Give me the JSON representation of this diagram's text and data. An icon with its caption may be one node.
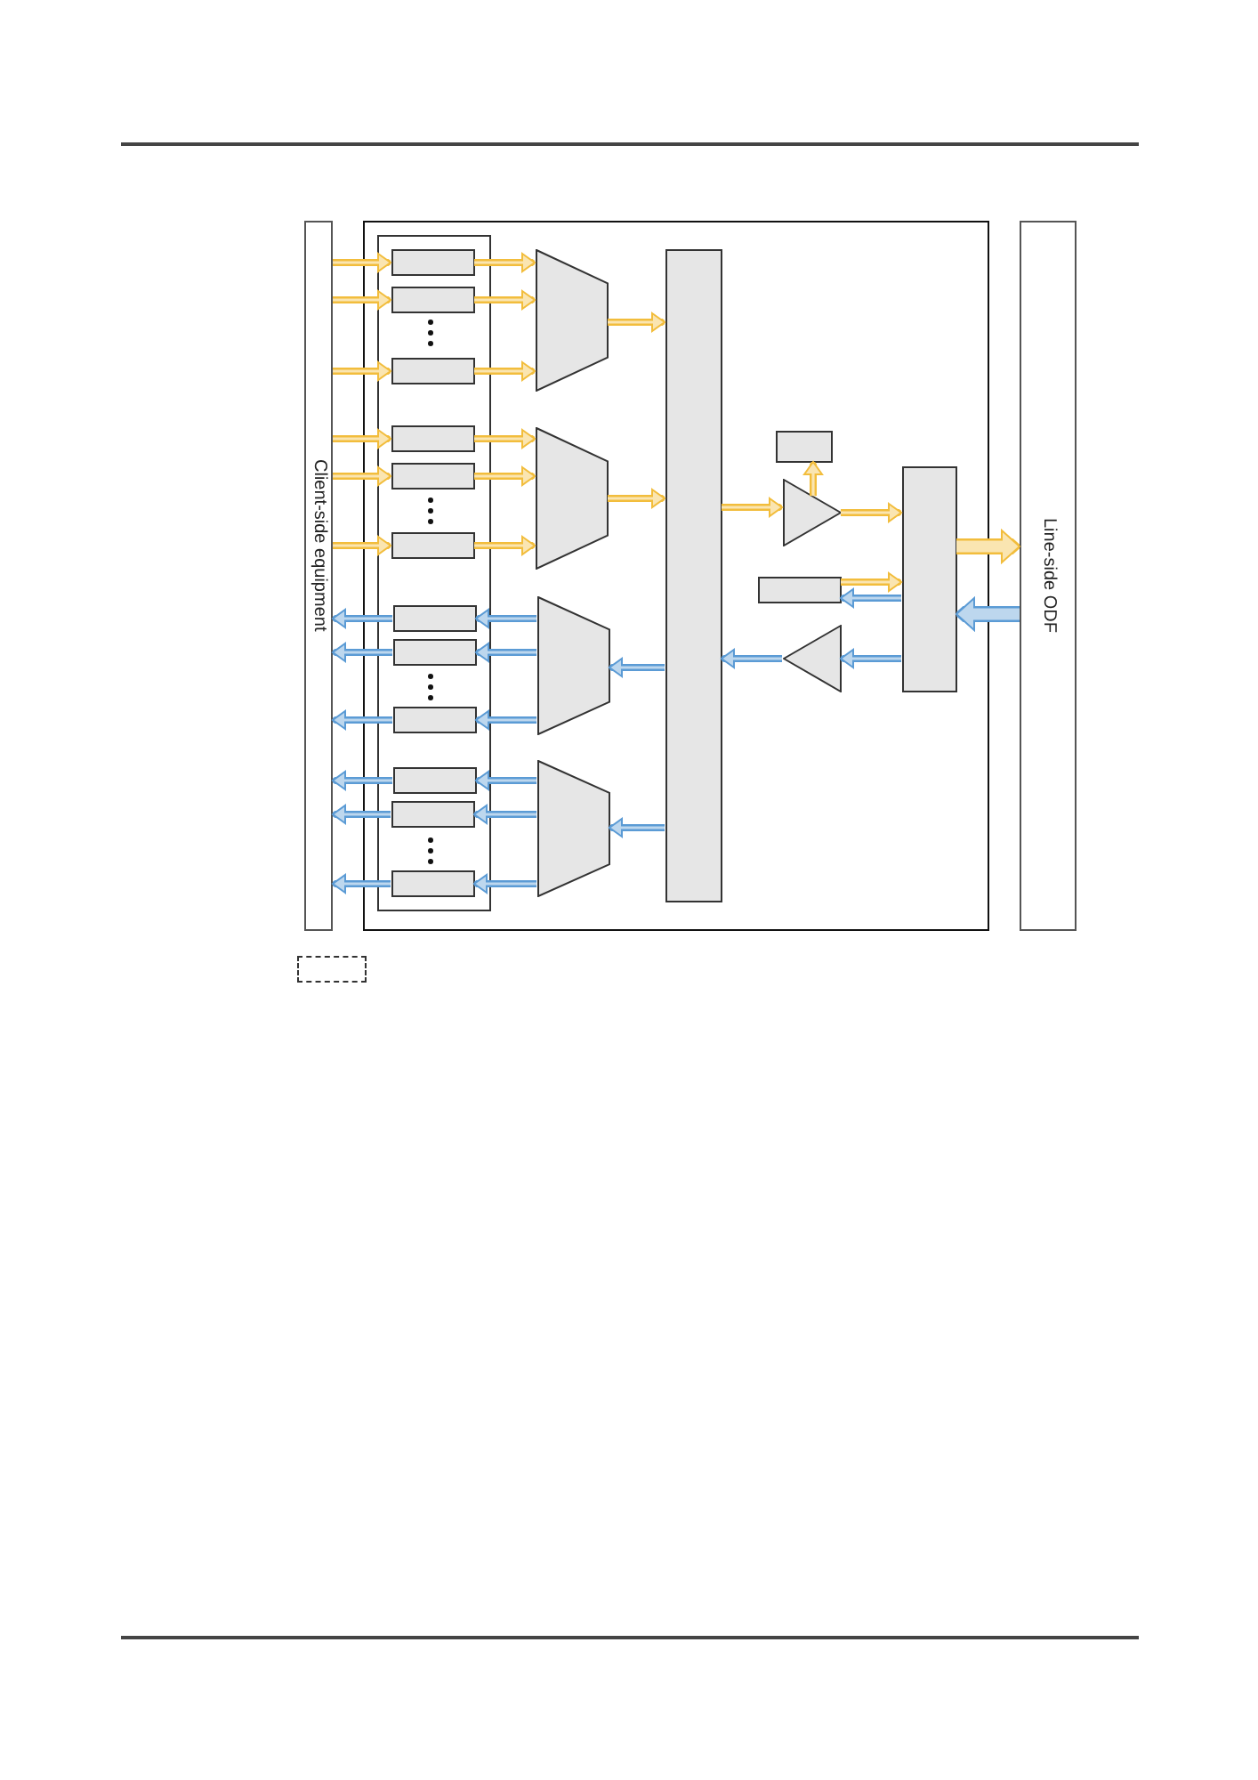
{
  "diagram": {
    "nodes": [
      {
        "text": [
          "Client-side equipment"
        ]
      },
      {
        "text": [],
        "shape": "box"
      },
      {
        "text": [],
        "shape": "box",
        "in": 1
      },
      {
        "text": [],
        "shape": "box",
        "in": 2
      },
      {
        "text": [],
        "shape": "box",
        "in": 2
      },
      {
        "text": [],
        "shape": "box",
        "in": 2
      },
      {
        "text": [],
        "shape": "box",
        "in": 2
      },
      {
        "text": [],
        "shape": "box",
        "in": 2
      },
      {
        "text": [],
        "shape": "box",
        "in": 2
      },
      {
        "text": [],
        "shape": "box",
        "in": 2
      },
      {
        "text": [],
        "shape": "box",
        "in": 2
      },
      {
        "text": [],
        "shape": "box",
        "in": 2
      },
      {
        "text": [],
        "shape": "box",
        "in": 2
      },
      {
        "text": [],
        "shape": "box",
        "in": 2
      },
      {
        "text": [],
        "shape": "box",
        "in": 2
      },
      {
        "text": [],
        "shape": "trapezoid",
        "in": 1
      },
      {
        "text": [],
        "shape": "trapezoid",
        "in": 1
      },
      {
        "text": [],
        "shape": "trapezoid",
        "in": 1
      },
      {
        "text": [],
        "shape": "trapezoid",
        "in": 1
      },
      {
        "text": [],
        "shape": "box",
        "in": 1
      },
      {
        "text": [],
        "shape": "box",
        "in": 1
      },
      {
        "text": [],
        "shape": "triangle",
        "in": 1
      },
      {
        "text": [],
        "shape": "box",
        "in": 1
      },
      {
        "text": [],
        "shape": "triangle",
        "in": 1
      },
      {
        "text": [],
        "shape": "box",
        "in": 1
      },
      {
        "text": [
          "Line-side ODF"
        ]
      },
      {
        "text": [],
        "shape": "box"
      }
    ],
    "edges": [
      {
        "from": 0,
        "to": 3,
        "arrow": "to"
      },
      {
        "from": 0,
        "to": 4,
        "arrow": "to"
      },
      {
        "from": 0,
        "to": 5,
        "arrow": "to"
      },
      {
        "from": 3,
        "to": 15,
        "arrow": "to"
      },
      {
        "from": 4,
        "to": 15,
        "arrow": "to"
      },
      {
        "from": 5,
        "to": 15,
        "arrow": "to"
      },
      {
        "from": 0,
        "to": 6,
        "arrow": "to"
      },
      {
        "from": 0,
        "to": 7,
        "arrow": "to"
      },
      {
        "from": 0,
        "to": 8,
        "arrow": "to"
      },
      {
        "from": 6,
        "to": 16,
        "arrow": "to"
      },
      {
        "from": 7,
        "to": 16,
        "arrow": "to"
      },
      {
        "from": 8,
        "to": 16,
        "arrow": "to"
      },
      {
        "from": 15,
        "to": 19,
        "arrow": "to"
      },
      {
        "from": 16,
        "to": 19,
        "arrow": "to"
      },
      {
        "from": 17,
        "to": 9,
        "arrow": "to",
        "color": "#5b9bd5"
      },
      {
        "from": 17,
        "to": 10,
        "arrow": "to",
        "color": "#5b9bd5"
      },
      {
        "from": 17,
        "to": 11,
        "arrow": "to",
        "color": "#5b9bd5"
      },
      {
        "from": 9,
        "to": 0,
        "arrow": "to",
        "color": "#5b9bd5"
      },
      {
        "from": 10,
        "to": 0,
        "arrow": "to",
        "color": "#5b9bd5"
      },
      {
        "from": 11,
        "to": 0,
        "arrow": "to",
        "color": "#5b9bd5"
      },
      {
        "from": 18,
        "to": 12,
        "arrow": "to",
        "color": "#5b9bd5"
      },
      {
        "from": 18,
        "to": 13,
        "arrow": "to",
        "color": "#5b9bd5"
      },
      {
        "from": 18,
        "to": 14,
        "arrow": "to",
        "color": "#5b9bd5"
      },
      {
        "from": 12,
        "to": 0,
        "arrow": "to",
        "color": "#5b9bd5"
      },
      {
        "from": 13,
        "to": 0,
        "arrow": "to",
        "color": "#5b9bd5"
      },
      {
        "from": 14,
        "to": 0,
        "arrow": "to",
        "color": "#5b9bd5"
      },
      {
        "from": 19,
        "to": 17,
        "arrow": "to",
        "color": "#5b9bd5"
      },
      {
        "from": 19,
        "to": 18,
        "arrow": "to",
        "color": "#5b9bd5"
      },
      {
        "from": 19,
        "to": 21,
        "arrow": "to"
      },
      {
        "from": 21,
        "to": 20,
        "arrow": "to"
      },
      {
        "from": 21,
        "to": 24,
        "arrow": "to"
      },
      {
        "from": 22,
        "to": 24,
        "arrow": "to"
      },
      {
        "from": 24,
        "to": 22,
        "arrow": "to",
        "color": "#5b9bd5"
      },
      {
        "from": 24,
        "to": 23,
        "arrow": "to",
        "color": "#5b9bd5"
      },
      {
        "from": 23,
        "to": 19,
        "arrow": "to",
        "color": "#5b9bd5"
      },
      {
        "from": 24,
        "to": 25,
        "arrow": "to",
        "style": "thick"
      },
      {
        "from": 25,
        "to": 24,
        "arrow": "to",
        "style": "thick",
        "color": "#5b9bd5"
      }
    ]
  }
}
